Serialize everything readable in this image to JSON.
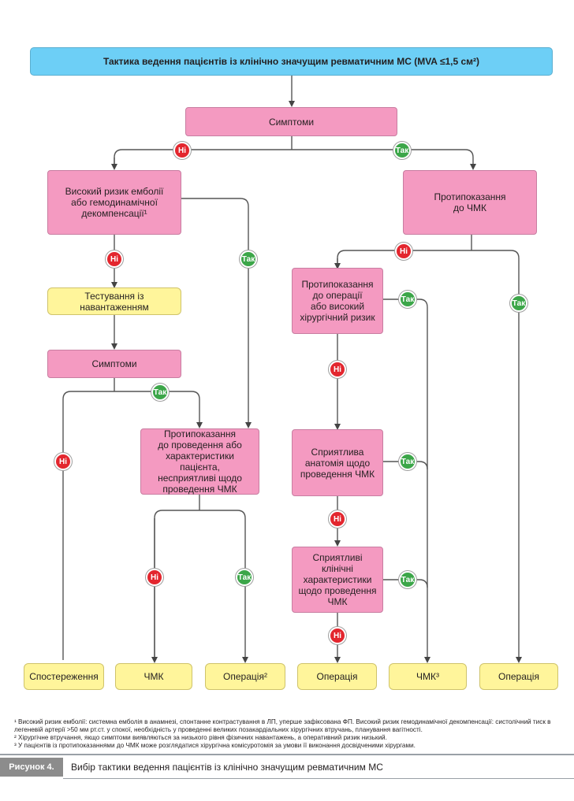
{
  "title": "Тактика ведення пацієнтів із клінічно значущим ревматичним МС (MVA ≤1,5 см²)",
  "nodes": {
    "symptoms_top": "Симптоми",
    "high_risk": "Високий ризик емболії\nабо гемодинамічної\nдекомпенсації¹",
    "contra_pmc": "Протипоказання\nдо ЧМК",
    "stress_test": "Тестування із\nнавантаженням",
    "symptoms_mid": "Симптоми",
    "contra_surgery": "Протипоказання\nдо операції\nабо високий\nхірургічний ризик",
    "contra_pmc_patient": "Протипоказання\nдо проведення або\nхарактеристики пацієнта,\nнесприятливі щодо\nпроведення ЧМК",
    "favorable_anatomy": "Сприятлива\nанатомія щодо\nпроведення ЧМК",
    "favorable_clinical": "Сприятливі клінічні\nхарактеристики\nщодо проведення\nЧМК"
  },
  "outcomes": {
    "observation": "Спостереження",
    "pmc1": "ЧМК",
    "surgery2": "Операція²",
    "surgery": "Операція",
    "pmc3": "ЧМК³",
    "surgery_right": "Операція"
  },
  "labels": {
    "no": "Ні",
    "yes": "Так"
  },
  "colors": {
    "title_bg": "#6dcff6",
    "decision_bg": "#f49ac1",
    "outcome_bg": "#fff59b",
    "no": "#e3262e",
    "yes": "#3ca649"
  },
  "footnotes": [
    "¹ Високий ризик емболії: системна емболія в анамнезі, спонтанне контрастування в ЛП, уперше зафіксована ФП. Високий ризик гемодинамічної декомпенсації: систолічний тиск в легеневій артерії >50 мм рт.ст. у спокої, необхідність у проведенні великих позакардіальних хірургічних втручань, планування вагітності.",
    "² Хірургічне втручання, якщо симптоми виявляються за низького рівня фізичних навантажень, а оперативний ризик низький.",
    "³ У пацієнтів із протипоказаннями до ЧМК може розглядатися хірургічна комісуротомія за умови її виконання досвідченими хірургами."
  ],
  "caption": {
    "label": "Рисунок 4.",
    "text": "Вибір тактики ведення пацієнтів із клінічно значущим ревматичним МС"
  }
}
